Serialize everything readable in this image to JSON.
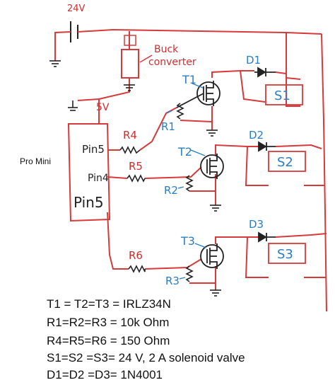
{
  "supply": {
    "voltage_label": "24V"
  },
  "converter": {
    "label_line1": "Buck",
    "label_line2": "converter"
  },
  "rail": {
    "label": "5V"
  },
  "arduino": {
    "name": "Pro Mini",
    "pins": [
      "Pin5",
      "Pin4",
      "Pin5"
    ]
  },
  "transistors": [
    "T1",
    "T2",
    "T3"
  ],
  "gate_resistors": [
    "R4",
    "R5",
    "R6"
  ],
  "pulldown_resistors": [
    "R1",
    "R2",
    "R3"
  ],
  "diodes": [
    "D1",
    "D2",
    "D3"
  ],
  "solenoids": [
    "S1",
    "S2",
    "S3"
  ],
  "notes": [
    "T1 = T2=T3 = IRLZ34N",
    "R1=R2=R3 = 10k Ohm",
    "R4=R5=R6 = 150 Ohm",
    "S1=S2 =S3= 24 V, 2 A solenoid valve",
    "D1=D2 =D3= 1N4001"
  ],
  "colors": {
    "supply_wire": "#d63a3a",
    "ground_wire": "#e06060",
    "component_ink": "#222222",
    "label_blue": "#2a7fc4",
    "label_red": "#cc2f2f"
  }
}
